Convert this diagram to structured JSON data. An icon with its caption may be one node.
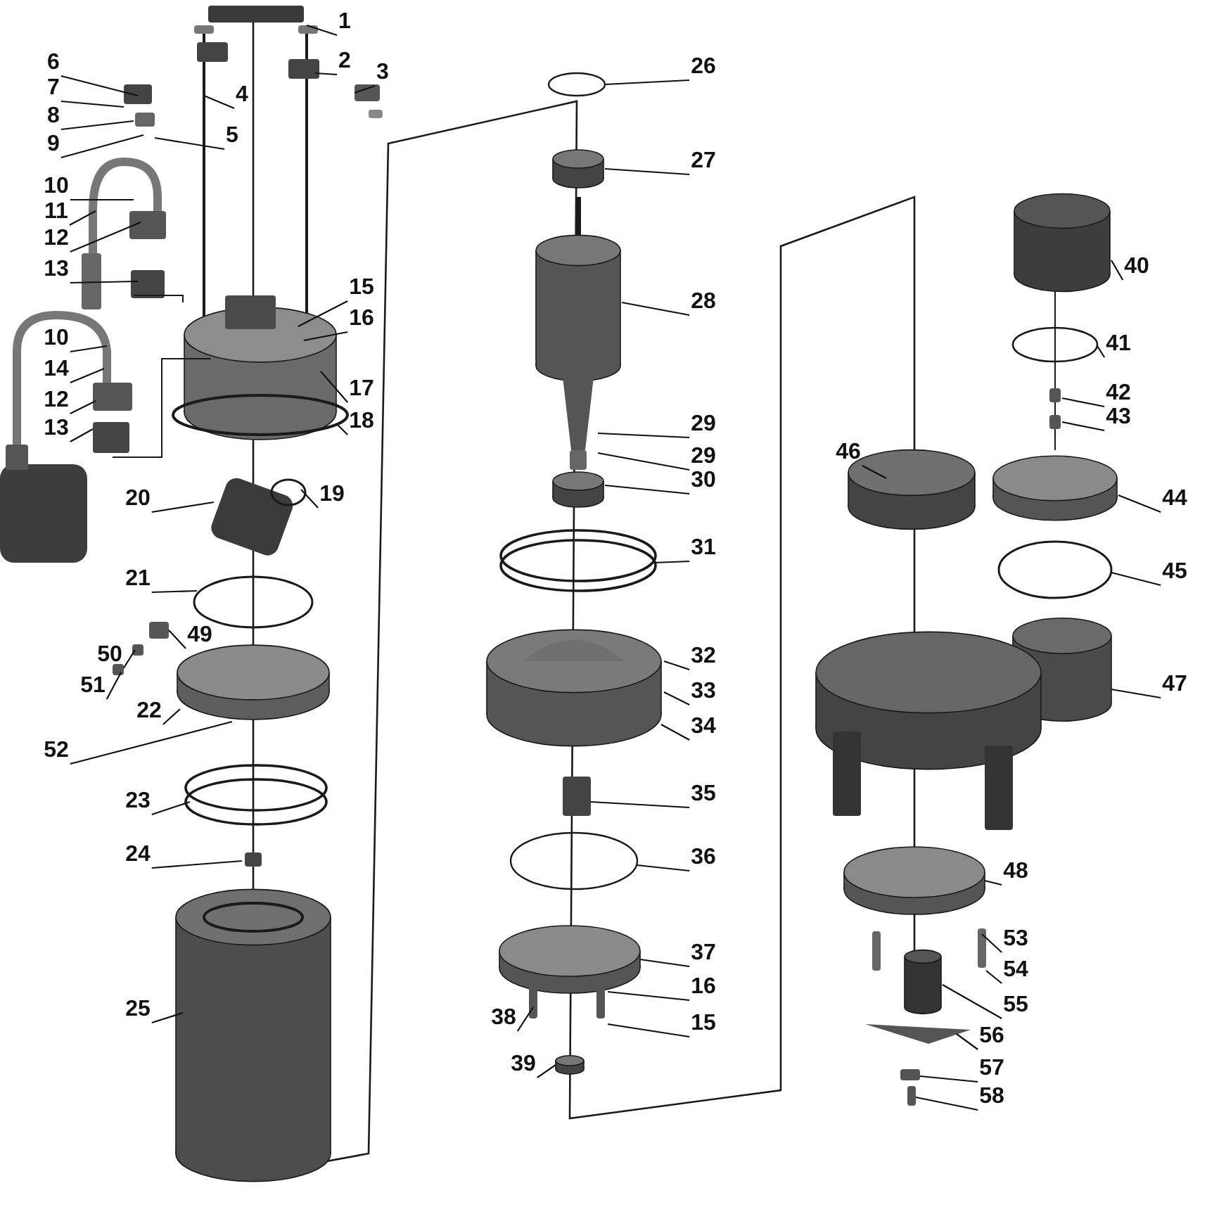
{
  "diagram": {
    "nodes": [
      {
        "text": [
          "1"
        ]
      },
      {
        "text": [
          "2"
        ]
      },
      {
        "text": [
          "3"
        ]
      },
      {
        "text": [
          "4"
        ]
      },
      {
        "text": [
          "5"
        ]
      },
      {
        "text": [
          "6"
        ]
      },
      {
        "text": [
          "7"
        ]
      },
      {
        "text": [
          "8"
        ]
      },
      {
        "text": [
          "9"
        ]
      },
      {
        "text": [
          "10"
        ]
      },
      {
        "text": [
          "11"
        ]
      },
      {
        "text": [
          "12"
        ]
      },
      {
        "text": [
          "13"
        ]
      },
      {
        "text": [
          "10"
        ]
      },
      {
        "text": [
          "14"
        ]
      },
      {
        "text": [
          "12"
        ]
      },
      {
        "text": [
          "13"
        ]
      },
      {
        "text": [
          "15"
        ]
      },
      {
        "text": [
          "16"
        ]
      },
      {
        "text": [
          "17"
        ]
      },
      {
        "text": [
          "18"
        ]
      },
      {
        "text": [
          "19"
        ]
      },
      {
        "text": [
          "20"
        ]
      },
      {
        "text": [
          "21"
        ]
      },
      {
        "text": [
          "49"
        ]
      },
      {
        "text": [
          "50"
        ]
      },
      {
        "text": [
          "51"
        ]
      },
      {
        "text": [
          "52"
        ]
      },
      {
        "text": [
          "22"
        ]
      },
      {
        "text": [
          "23"
        ]
      },
      {
        "text": [
          "24"
        ]
      },
      {
        "text": [
          "25"
        ]
      },
      {
        "text": [
          "26"
        ]
      },
      {
        "text": [
          "27"
        ]
      },
      {
        "text": [
          "28"
        ]
      },
      {
        "text": [
          "29"
        ]
      },
      {
        "text": [
          "29"
        ]
      },
      {
        "text": [
          "30"
        ]
      },
      {
        "text": [
          "31"
        ]
      },
      {
        "text": [
          "32"
        ]
      },
      {
        "text": [
          "33"
        ]
      },
      {
        "text": [
          "34"
        ]
      },
      {
        "text": [
          "35"
        ]
      },
      {
        "text": [
          "36"
        ]
      },
      {
        "text": [
          "37"
        ]
      },
      {
        "text": [
          "16"
        ]
      },
      {
        "text": [
          "15"
        ]
      },
      {
        "text": [
          "38"
        ]
      },
      {
        "text": [
          "39"
        ]
      },
      {
        "text": [
          "40"
        ]
      },
      {
        "text": [
          "41"
        ]
      },
      {
        "text": [
          "42"
        ]
      },
      {
        "text": [
          "43"
        ]
      },
      {
        "text": [
          "44"
        ]
      },
      {
        "text": [
          "45"
        ]
      },
      {
        "text": [
          "46"
        ]
      },
      {
        "text": [
          "47"
        ]
      },
      {
        "text": [
          "48"
        ]
      },
      {
        "text": [
          "53"
        ]
      },
      {
        "text": [
          "54"
        ]
      },
      {
        "text": [
          "55"
        ]
      },
      {
        "text": [
          "56"
        ]
      },
      {
        "text": [
          "57"
        ]
      },
      {
        "text": [
          "58"
        ]
      }
    ],
    "edges": [
      {
        "from": 0,
        "to": null,
        "arrow": "none"
      },
      {
        "from": 1,
        "to": null,
        "arrow": "none"
      },
      {
        "from": 2,
        "to": null,
        "arrow": "none"
      },
      {
        "from": 3,
        "to": null,
        "arrow": "none"
      },
      {
        "from": 4,
        "to": null,
        "arrow": "none"
      },
      {
        "from": 5,
        "to": null,
        "arrow": "none"
      },
      {
        "from": 6,
        "to": null,
        "arrow": "none"
      },
      {
        "from": 7,
        "to": null,
        "arrow": "none"
      },
      {
        "from": 8,
        "to": null,
        "arrow": "none"
      },
      {
        "from": 9,
        "to": null,
        "arrow": "none"
      },
      {
        "from": 10,
        "to": null,
        "arrow": "none"
      },
      {
        "from": 11,
        "to": null,
        "arrow": "none"
      },
      {
        "from": 12,
        "to": null,
        "arrow": "none"
      },
      {
        "from": 13,
        "to": null,
        "arrow": "none"
      },
      {
        "from": 14,
        "to": null,
        "arrow": "none"
      },
      {
        "from": 15,
        "to": null,
        "arrow": "none"
      },
      {
        "from": 16,
        "to": null,
        "arrow": "none"
      },
      {
        "from": 17,
        "to": null,
        "arrow": "none"
      },
      {
        "from": 18,
        "to": null,
        "arrow": "none"
      },
      {
        "from": 19,
        "to": null,
        "arrow": "none"
      },
      {
        "from": 20,
        "to": null,
        "arrow": "none"
      },
      {
        "from": 21,
        "to": null,
        "arrow": "none"
      },
      {
        "from": 22,
        "to": null,
        "arrow": "none"
      },
      {
        "from": 23,
        "to": null,
        "arrow": "none"
      },
      {
        "from": 24,
        "to": null,
        "arrow": "none"
      },
      {
        "from": 25,
        "to": null,
        "arrow": "none"
      },
      {
        "from": 26,
        "to": null,
        "arrow": "none"
      },
      {
        "from": 27,
        "to": null,
        "arrow": "none"
      },
      {
        "from": 28,
        "to": null,
        "arrow": "none"
      },
      {
        "from": 29,
        "to": null,
        "arrow": "none"
      },
      {
        "from": 30,
        "to": null,
        "arrow": "none"
      },
      {
        "from": 31,
        "to": null,
        "arrow": "none"
      },
      {
        "from": 32,
        "to": null,
        "arrow": "none"
      },
      {
        "from": 33,
        "to": null,
        "arrow": "none"
      },
      {
        "from": 34,
        "to": null,
        "arrow": "none"
      },
      {
        "from": 35,
        "to": null,
        "arrow": "none"
      },
      {
        "from": 36,
        "to": null,
        "arrow": "none"
      },
      {
        "from": 37,
        "to": null,
        "arrow": "none"
      },
      {
        "from": 38,
        "to": null,
        "arrow": "none"
      },
      {
        "from": 39,
        "to": null,
        "arrow": "none"
      },
      {
        "from": 40,
        "to": null,
        "arrow": "none"
      },
      {
        "from": 41,
        "to": null,
        "arrow": "none"
      },
      {
        "from": 42,
        "to": null,
        "arrow": "none"
      },
      {
        "from": 43,
        "to": null,
        "arrow": "none"
      },
      {
        "from": 44,
        "to": null,
        "arrow": "none"
      },
      {
        "from": 45,
        "to": null,
        "arrow": "none"
      },
      {
        "from": 46,
        "to": null,
        "arrow": "none"
      },
      {
        "from": 47,
        "to": null,
        "arrow": "none"
      },
      {
        "from": 48,
        "to": null,
        "arrow": "none"
      },
      {
        "from": 49,
        "to": null,
        "arrow": "none"
      },
      {
        "from": 50,
        "to": null,
        "arrow": "none"
      },
      {
        "from": 51,
        "to": null,
        "arrow": "none"
      },
      {
        "from": 52,
        "to": null,
        "arrow": "none"
      },
      {
        "from": 53,
        "to": null,
        "arrow": "none"
      },
      {
        "from": 54,
        "to": null,
        "arrow": "none"
      },
      {
        "from": 55,
        "to": null,
        "arrow": "none"
      },
      {
        "from": 56,
        "to": null,
        "arrow": "none"
      },
      {
        "from": 57,
        "to": null,
        "arrow": "none"
      },
      {
        "from": 58,
        "to": null,
        "arrow": "none"
      },
      {
        "from": 59,
        "to": null,
        "arrow": "none"
      },
      {
        "from": 60,
        "to": null,
        "arrow": "none"
      },
      {
        "from": 61,
        "to": null,
        "arrow": "none"
      },
      {
        "from": 62,
        "to": null,
        "arrow": "none"
      },
      {
        "from": 63,
        "to": null,
        "arrow": "none"
      }
    ]
  }
}
